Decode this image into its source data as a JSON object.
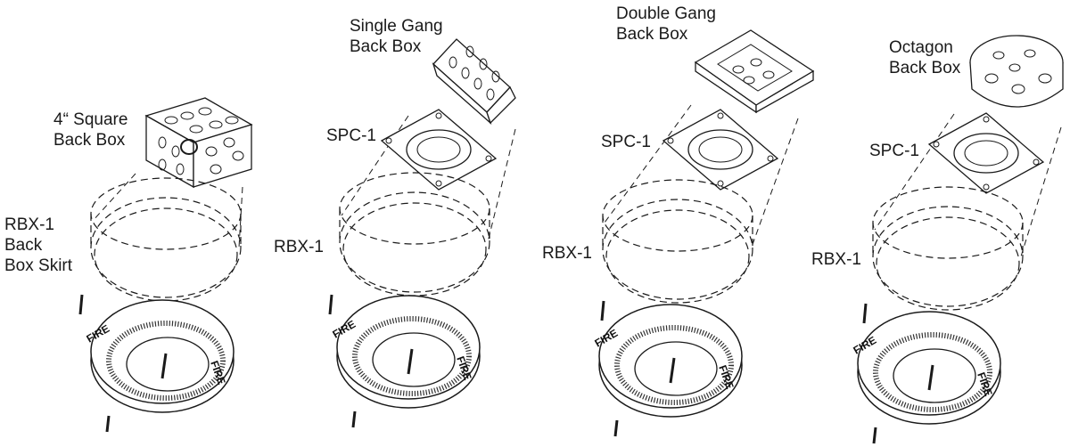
{
  "panels": [
    {
      "id": "square",
      "labels": {
        "box_line1": "4“ Square",
        "box_line2": "Back Box",
        "plate": "",
        "skirt_line1": "RBX-1",
        "skirt_line2": "Back",
        "skirt_line3": "Box Skirt"
      },
      "fire": "FIRE"
    },
    {
      "id": "single-gang",
      "labels": {
        "box_line1": "Single Gang",
        "box_line2": "Back Box",
        "plate": "SPC-1",
        "skirt_line1": "RBX-1"
      },
      "fire": "FIRE"
    },
    {
      "id": "double-gang",
      "labels": {
        "box_line1": "Double Gang",
        "box_line2": "Back Box",
        "plate": "SPC-1",
        "skirt_line1": "RBX-1"
      },
      "fire": "FIRE"
    },
    {
      "id": "octagon",
      "labels": {
        "box_line1": "Octagon",
        "box_line2": "Back Box",
        "plate": "SPC-1",
        "skirt_line1": "RBX-1"
      },
      "fire": "FIRE"
    }
  ],
  "colors": {
    "line": "#1a1a1a",
    "fill": "#ffffff",
    "grille": "#333333"
  }
}
